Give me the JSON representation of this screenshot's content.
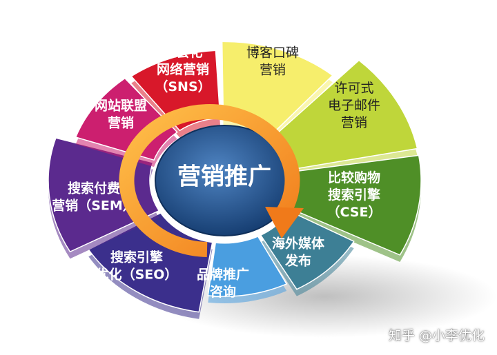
{
  "center": {
    "title": "营销推广"
  },
  "segments": [
    {
      "id": "social",
      "lines": [
        "社会化",
        "网络营销",
        "（SNS）"
      ],
      "color": "#d8182a",
      "dark": false
    },
    {
      "id": "word-of-mouth",
      "lines": [
        "博客口碑",
        "营销"
      ],
      "color": "#f6ee6c",
      "dark": true
    },
    {
      "id": "email",
      "lines": [
        "许可式",
        "电子邮件",
        "营销"
      ],
      "color": "#bfd63a",
      "dark": true
    },
    {
      "id": "cse",
      "lines": [
        "比较购物",
        "搜索引擎",
        "（CSE）"
      ],
      "color": "#4f8f27",
      "dark": false
    },
    {
      "id": "overseas-media",
      "lines": [
        "海外媒体",
        "发布"
      ],
      "color": "#3d7f95",
      "dark": false
    },
    {
      "id": "brand",
      "lines": [
        "品牌推广",
        "咨询"
      ],
      "color": "#4a9ee0",
      "dark": false
    },
    {
      "id": "seo",
      "lines": [
        "搜索引擎",
        "优化（SEO）"
      ],
      "color": "#3b2f8c",
      "dark": false
    },
    {
      "id": "sem",
      "lines": [
        "搜索付费",
        "营销（SEM）"
      ],
      "color": "#5b2a8e",
      "dark": false
    },
    {
      "id": "affiliate",
      "lines": [
        "网站联盟",
        "营销"
      ],
      "color": "#cc1f6f",
      "dark": false
    }
  ],
  "colors": {
    "arrow": "#f7a125",
    "arrow_edge": "#e8791c",
    "hub": "#1f4f8a"
  },
  "watermark": {
    "platform": "知乎",
    "author": "@小李优化"
  }
}
